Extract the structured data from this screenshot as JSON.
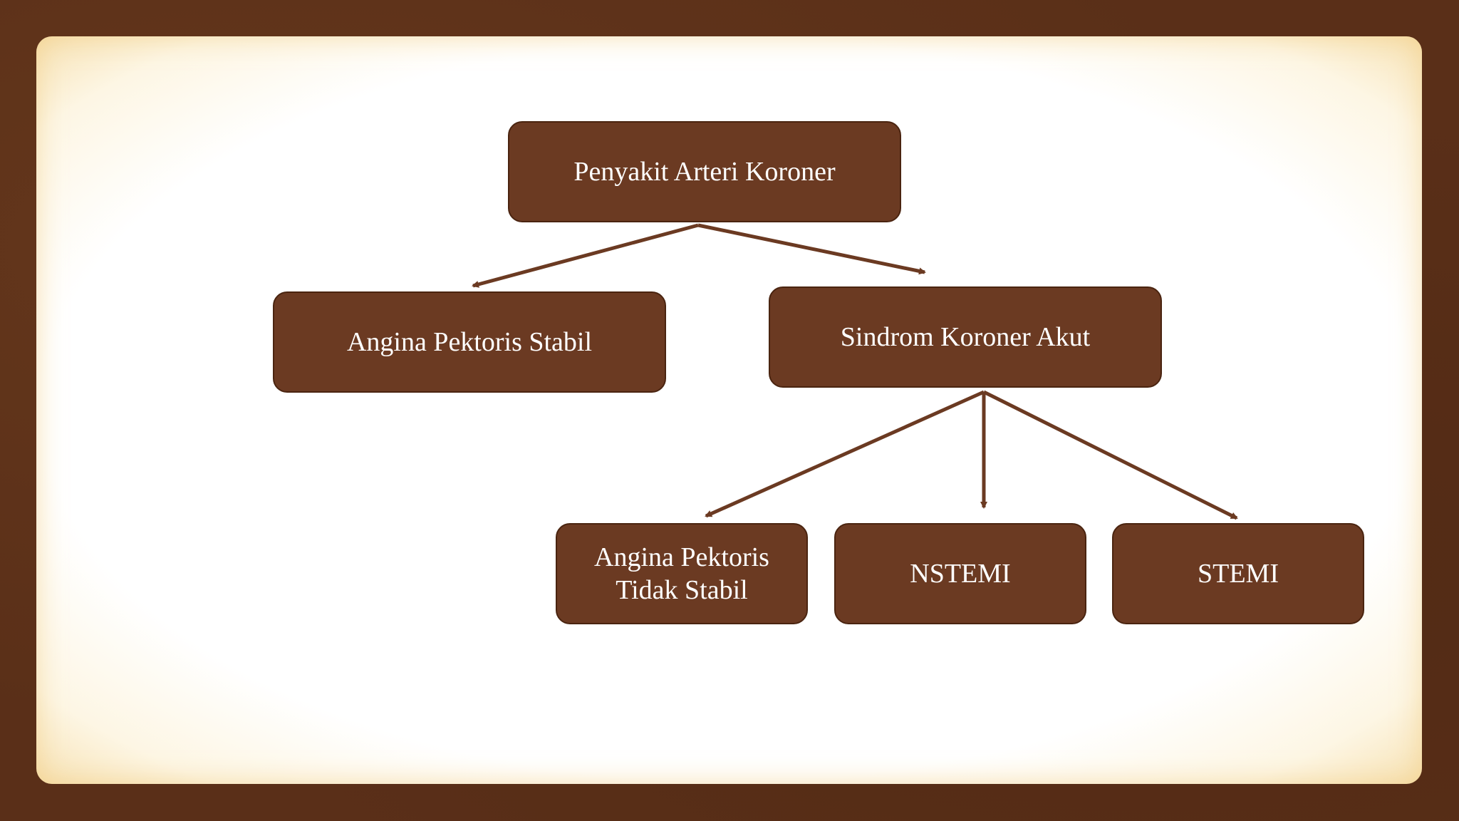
{
  "diagram": {
    "colors": {
      "node_fill": "#6b3a22",
      "node_border": "#4a2410",
      "node_text": "#ffffff",
      "arrow": "#6b3a22",
      "frame": "#5a2f18"
    },
    "nodes": {
      "root": {
        "label": "Penyakit Arteri Koroner"
      },
      "stable": {
        "label": "Angina Pektoris Stabil"
      },
      "acs": {
        "label": "Sindrom Koroner Akut"
      },
      "unstable": {
        "label": "Angina Pektoris\nTidak Stabil"
      },
      "nstemi": {
        "label": "NSTEMI"
      },
      "stemi": {
        "label": "STEMI"
      }
    },
    "edges": [
      {
        "from": "root",
        "to": "stable"
      },
      {
        "from": "root",
        "to": "acs"
      },
      {
        "from": "acs",
        "to": "unstable"
      },
      {
        "from": "acs",
        "to": "nstemi"
      },
      {
        "from": "acs",
        "to": "stemi"
      }
    ]
  }
}
